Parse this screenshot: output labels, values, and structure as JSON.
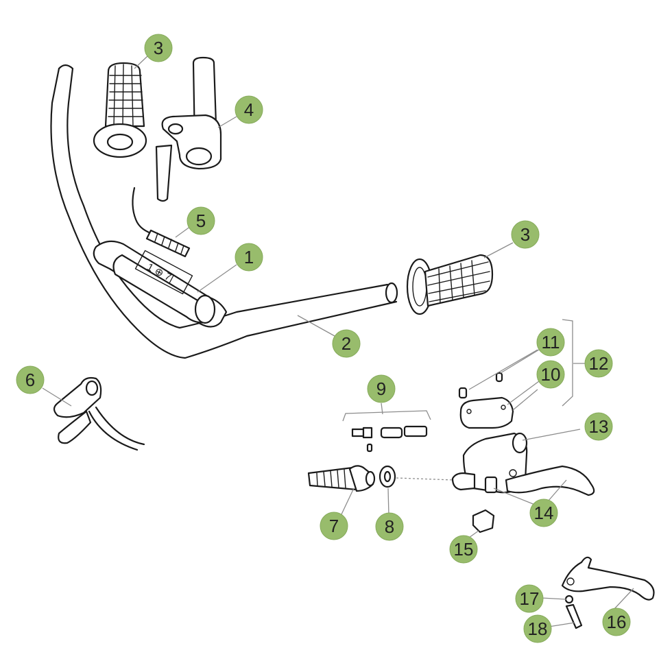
{
  "callouts": [
    {
      "id": "c3a",
      "label": "3"
    },
    {
      "id": "c4",
      "label": "4"
    },
    {
      "id": "c5",
      "label": "5"
    },
    {
      "id": "c1",
      "label": "1"
    },
    {
      "id": "c3b",
      "label": "3"
    },
    {
      "id": "c2",
      "label": "2"
    },
    {
      "id": "c6",
      "label": "6"
    },
    {
      "id": "c9",
      "label": "9"
    },
    {
      "id": "c11",
      "label": "11"
    },
    {
      "id": "c10",
      "label": "10"
    },
    {
      "id": "c12",
      "label": "12"
    },
    {
      "id": "c13",
      "label": "13"
    },
    {
      "id": "c7",
      "label": "7"
    },
    {
      "id": "c8",
      "label": "8"
    },
    {
      "id": "c14",
      "label": "14"
    },
    {
      "id": "c15",
      "label": "15"
    },
    {
      "id": "c17",
      "label": "17"
    },
    {
      "id": "c16",
      "label": "16"
    },
    {
      "id": "c18",
      "label": "18"
    }
  ],
  "colors": {
    "badge_fill": "#98bc6c",
    "leader": "#8c8c8c",
    "line_art": "#1a1a1a"
  }
}
